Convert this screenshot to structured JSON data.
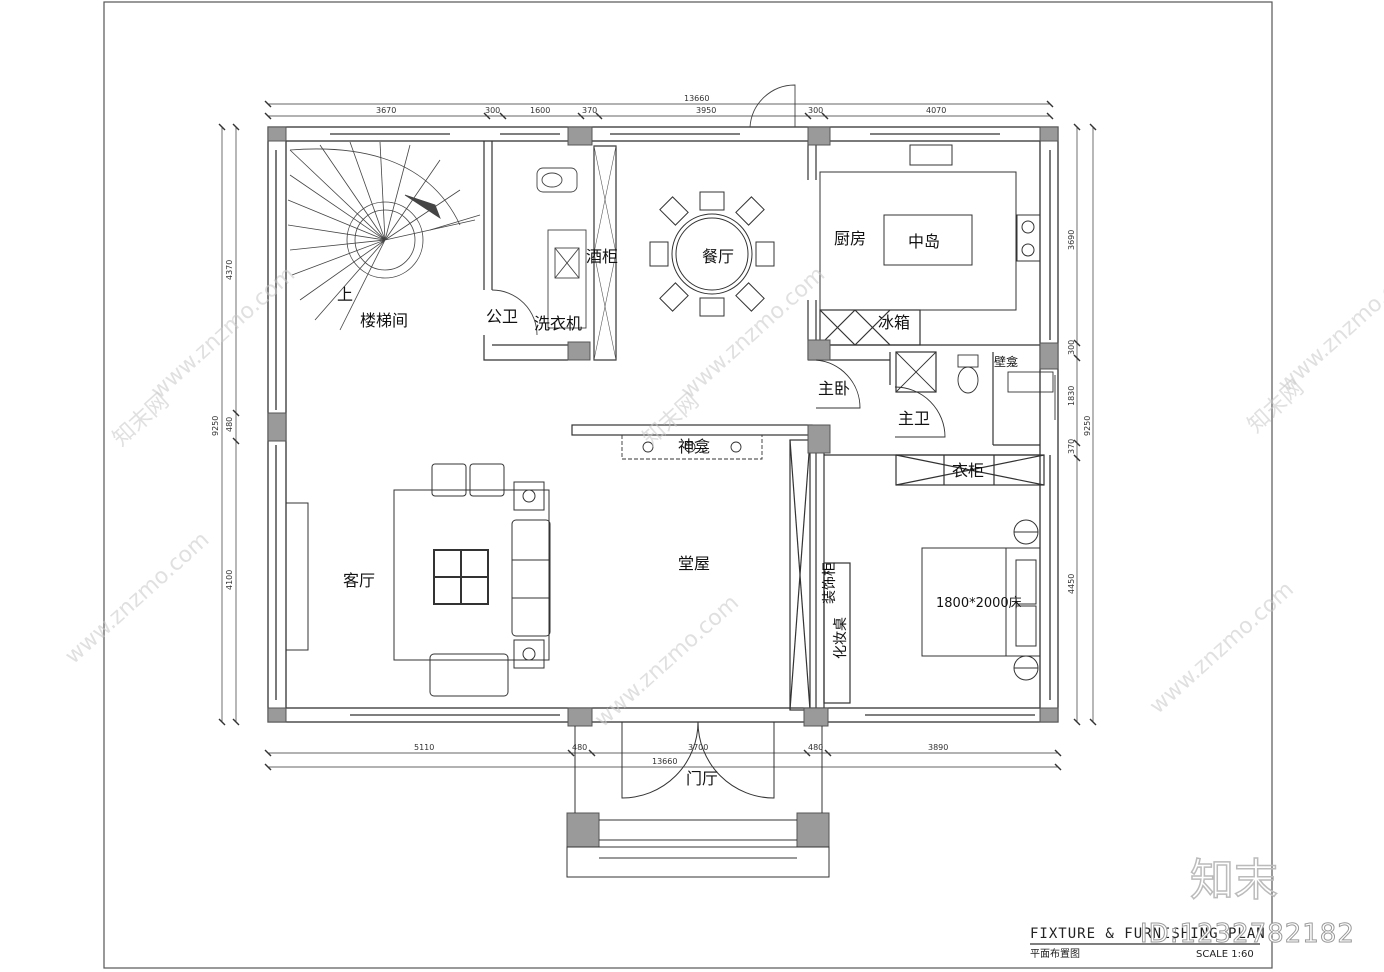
{
  "rooms": {
    "stairwell": "楼梯间",
    "stair_up": "上",
    "public_bath": "公卫",
    "washer": "洗衣机",
    "wine_cabinet": "酒柜",
    "dining": "餐厅",
    "kitchen": "厨房",
    "island": "中岛",
    "fridge": "冰箱",
    "master_bedroom": "主卧",
    "master_bath": "主卫",
    "niche": "壁龛",
    "wardrobe": "衣柜",
    "altar": "神龛",
    "living": "客厅",
    "hall": "堂屋",
    "display_shelf": "装饰柜",
    "dresser": "化妆桌",
    "bed": "1800*2000床",
    "foyer": "门厅"
  },
  "dimensions": {
    "top": [
      "3670",
      "300",
      "1600",
      "370",
      "3950",
      "300",
      "4070"
    ],
    "top_total": "13660",
    "bottom": [
      "5110",
      "480",
      "3700",
      "480",
      "3890"
    ],
    "bottom_total": "13660",
    "left": [
      "4370",
      "480",
      "4100"
    ],
    "left_total": "9250",
    "right": [
      "3690",
      "300",
      "1830",
      "370",
      "4450"
    ],
    "right_total": "9250"
  },
  "title_block": {
    "title": "FIXTURE & FURNISHING PLAN",
    "subtitle": "平面布置图",
    "scale": "SCALE 1:60"
  },
  "branding": {
    "watermark": "www.znzmo.com",
    "watermark_cn": "知末网",
    "logo": "知末",
    "id": "ID:1232782182"
  }
}
